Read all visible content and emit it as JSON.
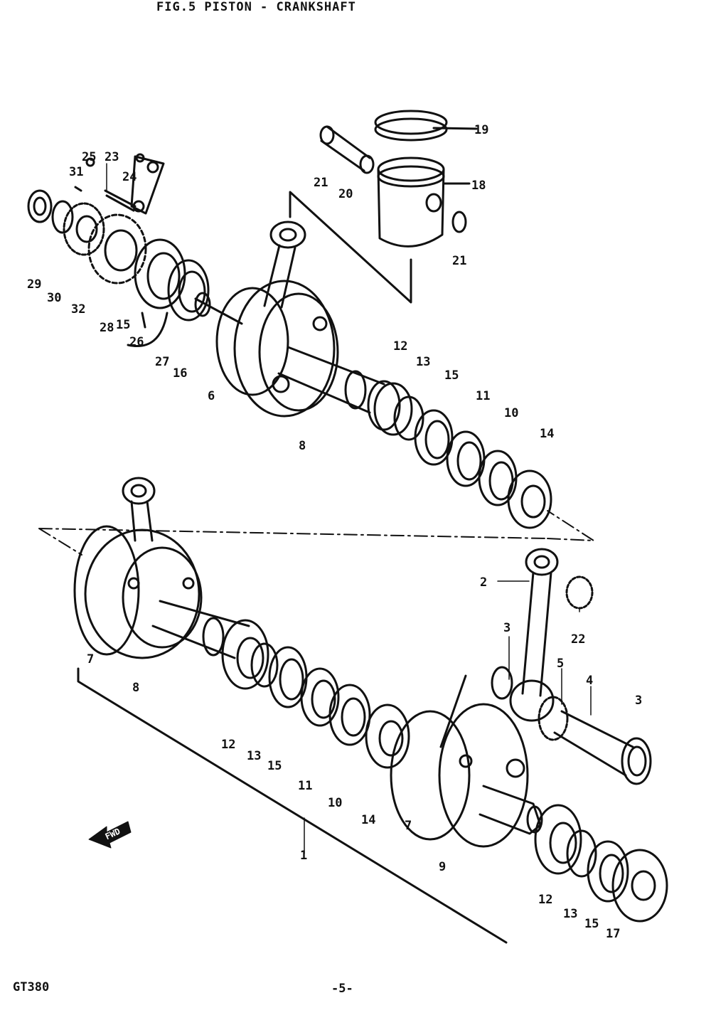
{
  "header": {
    "title": "FIG.5  PISTON - CRANKSHAFT"
  },
  "footer": {
    "model": "GT380",
    "page": "-5-"
  },
  "fwd_arrow": {
    "label": "FWD"
  },
  "callouts": {
    "c1": "1",
    "c2": "2",
    "c3a": "3",
    "c3b": "3",
    "c4": "4",
    "c5": "5",
    "c6": "6",
    "c7a": "7",
    "c7b": "7",
    "c8a": "8",
    "c8b": "8",
    "c9": "9",
    "c10a": "10",
    "c10b": "10",
    "c11a": "11",
    "c11b": "11",
    "c12a": "12",
    "c12b": "12",
    "c12c": "12",
    "c13a": "13",
    "c13b": "13",
    "c13c": "13",
    "c14a": "14",
    "c14b": "14",
    "c15a": "15",
    "c15b": "15",
    "c15c": "15",
    "c15d": "15",
    "c16": "16",
    "c17": "17",
    "c18": "18",
    "c19": "19",
    "c20": "20",
    "c21a": "21",
    "c21b": "21",
    "c22": "22",
    "c23": "23",
    "c24": "24",
    "c25": "25",
    "c26": "26",
    "c27": "27",
    "c28": "28",
    "c29": "29",
    "c30": "30",
    "c31": "31",
    "c32": "32"
  }
}
